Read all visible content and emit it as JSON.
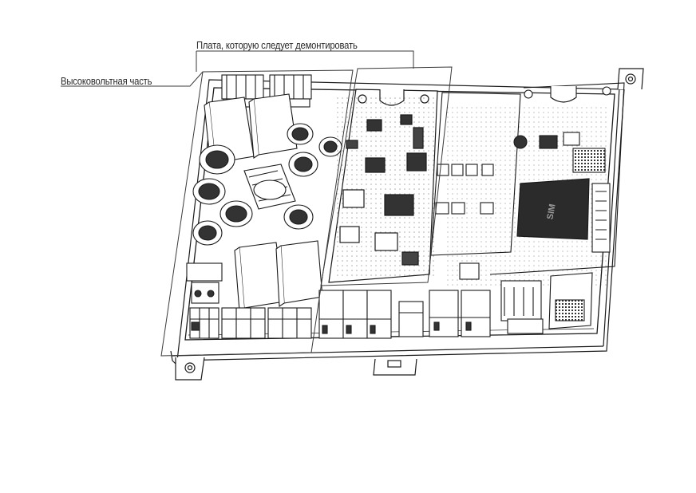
{
  "callouts": {
    "high_voltage_part": "Высоковольтная часть",
    "board_to_remove": "Плата, которую следует демонтировать"
  },
  "chip_marking": "SIM",
  "colors": {
    "line": "#1a1a1a",
    "background": "#ffffff",
    "chip_fill": "#2b2b2b"
  }
}
